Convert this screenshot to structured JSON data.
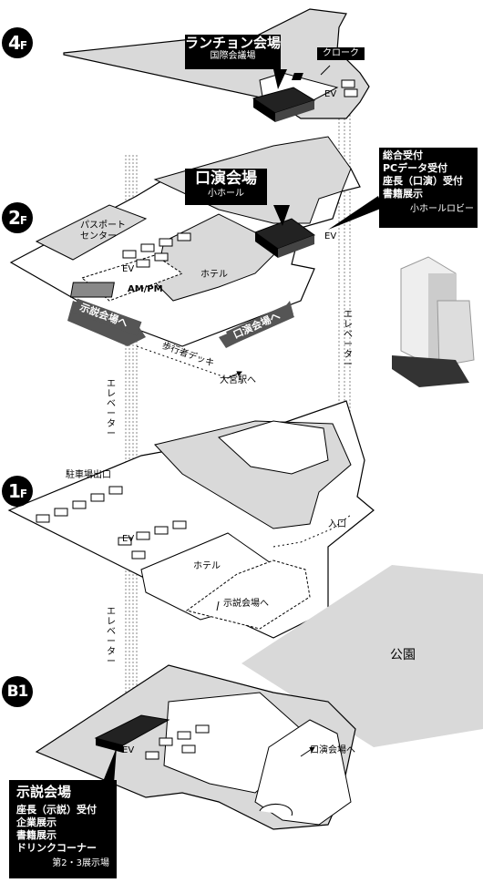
{
  "floors": {
    "f4": {
      "badge": "4",
      "badge_suffix": "F"
    },
    "f2": {
      "badge": "2",
      "badge_suffix": "F"
    },
    "f1": {
      "badge": "1",
      "badge_suffix": "F"
    },
    "b1": {
      "badge": "B1"
    }
  },
  "labels": {
    "lunch_title": "ランチョン会場",
    "lunch_sub": "国際会議場",
    "cloak": "クローク",
    "ev": "EV",
    "oral_title": "口演会場",
    "oral_sub": "小ホール",
    "reception_lines": [
      "総合受付",
      "PCデータ受付",
      "座長（口演）受付",
      "書籍展示"
    ],
    "reception_sub": "小ホールロビー",
    "passport_center": "パスポート\nセンター",
    "ampm": "AM/PM",
    "hotel": "ホテル",
    "to_poster_sign": "示説会場へ",
    "to_oral_sign": "口演会場へ",
    "walkway": "歩行者デッキ",
    "to_omiya": "大宮駅へ",
    "elevator": "エレベーター",
    "parking_exit": "駐車場出口",
    "entrance": "入口",
    "to_poster": "示説会場へ",
    "park": "公園",
    "to_oral": "口演会場へ",
    "poster_title": "示説会場",
    "poster_lines": [
      "座長（示説）受付",
      "企業展示",
      "書籍展示",
      "ドリンクコーナー"
    ],
    "poster_sub": "第2・3展示場"
  },
  "colors": {
    "dark": "#000000",
    "gray": "#d9d9d9",
    "sign": "#555555"
  }
}
